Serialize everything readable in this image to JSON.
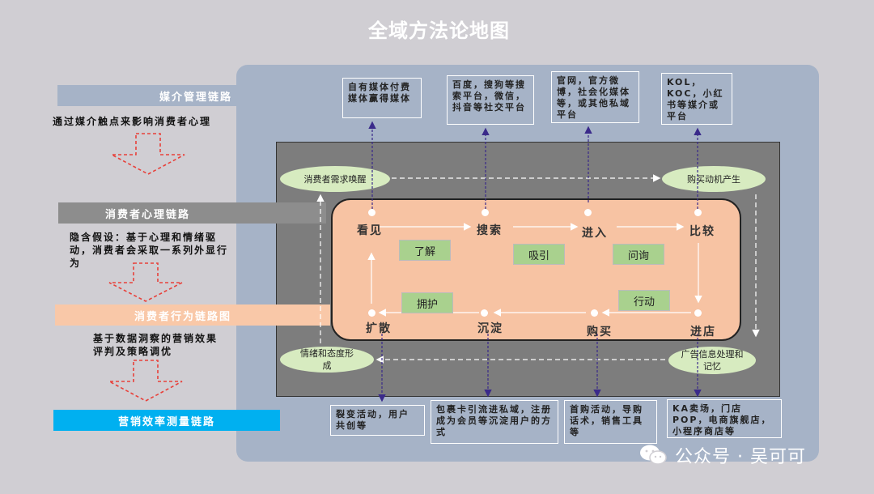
{
  "title": "全域方法论地图",
  "left": {
    "bar_media": "媒介管理链路",
    "text_media": "通过媒介触点来影响消费者心理",
    "bar_psych": "消费者心理链路",
    "text_psych": "隐含假设：基于心理和情绪驱动，消费者会采取一系列外显行为",
    "bar_behavior": "消费者行为链路图",
    "text_behavior": "基于数据洞察的营销效果评判及策略调优",
    "bar_measure": "营销效率测量链路"
  },
  "top_boxes": [
    "自有媒体付费媒体赢得媒体",
    "百度，搜狗等搜索平台，微信，抖音等社交平台",
    "官网，官方微博，社会化媒体等，或其他私域平台",
    "KOL，KOC，小红书等媒介或平台"
  ],
  "bottom_boxes": [
    "裂变活动，用户共创等",
    "包裹卡引流进私域，注册成为会员等沉淀用户的方式",
    "首购活动，导购话术，销售工具等",
    "KA卖场，门店POP，电商旗舰店，小程序商店等"
  ],
  "ellipses": {
    "top_left": "消费者需求唤醒",
    "top_right": "购买动机产生",
    "bottom_left": "情绪和态度形成",
    "bottom_right": "广告信息处理和记忆"
  },
  "steps": {
    "see": "看见",
    "search": "搜索",
    "enter": "进入",
    "compare": "比较",
    "spread": "扩散",
    "settle": "沉淀",
    "buy": "购买",
    "store": "进店"
  },
  "tags": {
    "understand": "了解",
    "attract": "吸引",
    "inquire": "问询",
    "maintain": "拥护",
    "act": "行动"
  },
  "watermark": "公众号 · 吴可可",
  "colors": {
    "background": "#d0ced3",
    "blue_panel": "#a6b3c7",
    "gray_panel": "#7d7d7d",
    "peach": "#f7c3a3",
    "ellipse": "#d7ebc0",
    "tag": "#a9d18e",
    "bar_gray": "#8d8d8d",
    "bar_orange": "#f9c8a8",
    "bar_cyan": "#00b0f0",
    "arrow_red": "#e8403a",
    "connector": "#3a2a8a"
  },
  "icons": [
    "wechat-icon",
    "red-dashed-down-arrow-icon"
  ]
}
